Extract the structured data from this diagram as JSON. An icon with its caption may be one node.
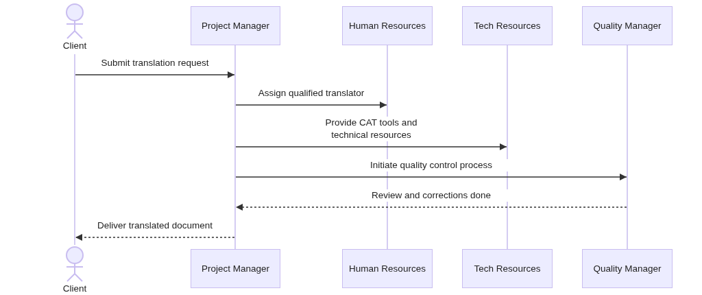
{
  "diagram": {
    "nodes": [
      {
        "text": [
          "Client"
        ]
      },
      {
        "text": [
          "Project Manager"
        ]
      },
      {
        "text": [
          "Human Resources"
        ]
      },
      {
        "text": [
          "Tech Resources"
        ]
      },
      {
        "text": [
          "Quality Manager"
        ]
      },
      {
        "text": [],
        "shape": "bar"
      },
      {
        "text": [],
        "shape": "bar"
      },
      {
        "text": [],
        "shape": "bar"
      },
      {
        "text": [],
        "shape": "bar"
      },
      {
        "text": [],
        "shape": "bar"
      },
      {
        "text": [
          "Client"
        ]
      },
      {
        "text": [
          "Project Manager"
        ]
      },
      {
        "text": [
          "Human Resources"
        ]
      },
      {
        "text": [
          "Tech Resources"
        ]
      },
      {
        "text": [
          "Quality Manager"
        ]
      }
    ],
    "edges": [
      {
        "from": 5,
        "to": 6,
        "arrow": "to",
        "label": "Submit translation request"
      },
      {
        "from": 6,
        "to": 7,
        "arrow": "to",
        "label": "Assign qualified translator"
      },
      {
        "from": 6,
        "to": 8,
        "arrow": "to",
        "label": "Provide CAT tools and technical resources"
      },
      {
        "from": 6,
        "to": 9,
        "arrow": "to",
        "label": "Initiate quality control process"
      },
      {
        "from": 9,
        "to": 6,
        "arrow": "to",
        "label": "Review and corrections done",
        "style": "dashed"
      },
      {
        "from": 6,
        "to": 5,
        "arrow": "to",
        "label": "Deliver translated document",
        "style": "dashed"
      }
    ]
  }
}
